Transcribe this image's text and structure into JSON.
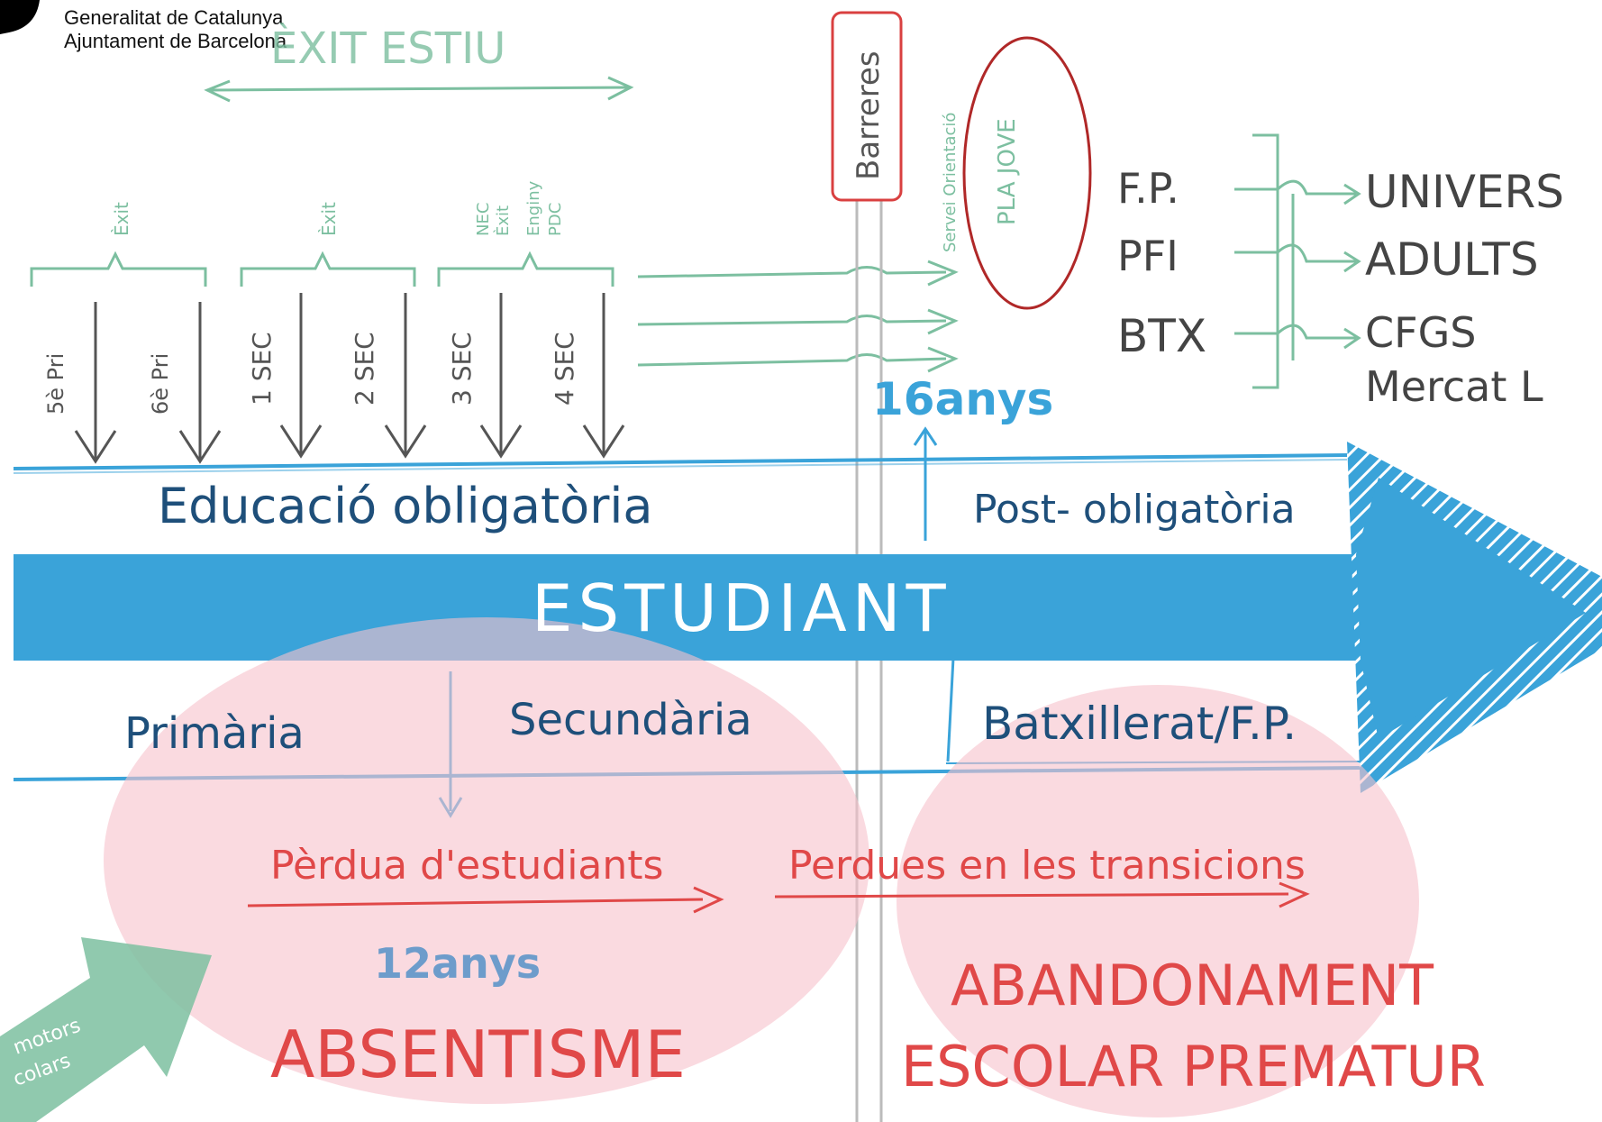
{
  "header": {
    "line1": "Generalitat de Catalunya",
    "line2": "Ajuntament de Barcelona",
    "summer_label": "ÈXIT ESTIU"
  },
  "grades": [
    {
      "label": "5è Pri"
    },
    {
      "label": "6è Pri"
    },
    {
      "label": "1 SEC"
    },
    {
      "label": "2 SEC"
    },
    {
      "label": "3 SEC"
    },
    {
      "label": "4 SEC"
    }
  ],
  "programs": {
    "group1": [
      "Èxit"
    ],
    "group2": [
      "Èxit"
    ],
    "group3": [
      "NEC",
      "Èxit",
      "Enginy",
      "PDC"
    ]
  },
  "barriers": "Barreres",
  "orientation": {
    "service": "Servei Orientació",
    "plan": "PLA JOVE"
  },
  "paths": {
    "left": [
      "F.P.",
      "PFI",
      "BTX"
    ],
    "right": [
      "UNIVERS",
      "ADULTS",
      "CFGS",
      "Mercat L"
    ]
  },
  "ages": {
    "age16": "16anys",
    "age12": "12anys"
  },
  "bands": {
    "compulsory": "Educació obligatòria",
    "post": "Post- obligatòria",
    "student": "ESTUDIANT",
    "primary": "Primària",
    "secondary": "Secundària",
    "bach": "Batxillerat/F.P."
  },
  "losses": {
    "students": "Pèrdua d'estudiants",
    "transitions": "Perdues en les transicions",
    "absenteeism": "ABSENTISME",
    "dropout1": "ABANDONAMENT",
    "dropout2": "ESCOLAR PREMATUR"
  },
  "corner": {
    "line1": "motors",
    "line2": "colars"
  },
  "colors": {
    "blue": "#3aa3d9",
    "dark_blue": "#1e4f7a",
    "green": "#7cbfa0",
    "red": "#e04848",
    "pink": "#f7d0d6",
    "grey": "#555555"
  }
}
